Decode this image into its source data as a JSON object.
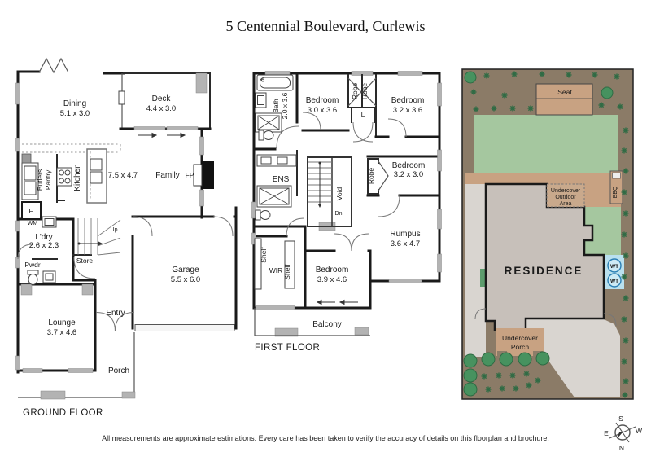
{
  "title": "5 Centennial Boulevard, Curlewis",
  "disclaimer": "All measurements are approximate estimations. Every care has been taken to verify the accuracy of details on this floorplan and brochure.",
  "ground": {
    "label": "GROUND FLOOR",
    "dining_name": "Dining",
    "dining_dims": "5.1 x 3.0",
    "deck_name": "Deck",
    "deck_dims": "4.4 x 3.0",
    "kitchen": "Kitchen",
    "butlers": "Butlers",
    "pantry": "Pantry",
    "kitchen_family_dims": "7.5 x 4.7",
    "family": "Family",
    "fp": "FP",
    "fridge": "F",
    "wm": "WM",
    "ldry_name": "L'dry",
    "ldry_dims": "2.6 x 2.3",
    "store": "Store",
    "up": "Up",
    "pwdr": "Pwdr",
    "garage_name": "Garage",
    "garage_dims": "5.5 x 6.0",
    "entry": "Entry",
    "lounge_name": "Lounge",
    "lounge_dims": "3.7 x 4.6",
    "porch": "Porch"
  },
  "first": {
    "label": "FIRST FLOOR",
    "bath_name": "Bath",
    "bath_dims": "2.0 x 3.6",
    "bed1_name": "Bedroom",
    "bed1_dims": "3.0 x 3.6",
    "robe": "Robe",
    "linen": "L",
    "bed2_name": "Bedroom",
    "bed2_dims": "3.2 x 3.6",
    "bed3_name": "Bedroom",
    "bed3_dims": "3.2 x 3.0",
    "ens": "ENS",
    "void": "Void",
    "dn": "Dn",
    "rumpus_name": "Rumpus",
    "rumpus_dims": "3.6 x 4.7",
    "shelf": "Shelf",
    "wir": "WIR",
    "bed4_name": "Bedroom",
    "bed4_dims": "3.9 x 4.6",
    "balcony": "Balcony"
  },
  "site": {
    "seat": "Seat",
    "uoa_line1": "Undercover",
    "uoa_line2": "Outdoor",
    "uoa_line3": "Area",
    "bbq": "BBQ",
    "residence": "RESIDENCE",
    "wt": "WT",
    "porch_line1": "Undercover",
    "porch_line2": "Porch"
  },
  "compass": {
    "n": "N",
    "s": "S",
    "e": "E",
    "w": "W"
  },
  "colors": {
    "wall": "#1a1a1a",
    "window_fill": "#b3b3b3",
    "garden": "#8b7b67",
    "lawn": "#a5c79f",
    "residence_fill": "#c7c0ba",
    "paving": "#d9d5d0",
    "timber": "#c8a282",
    "tree": "#47925f",
    "water_tank": "#cdeaf5",
    "water_tank_text": "#1c6ca3"
  }
}
